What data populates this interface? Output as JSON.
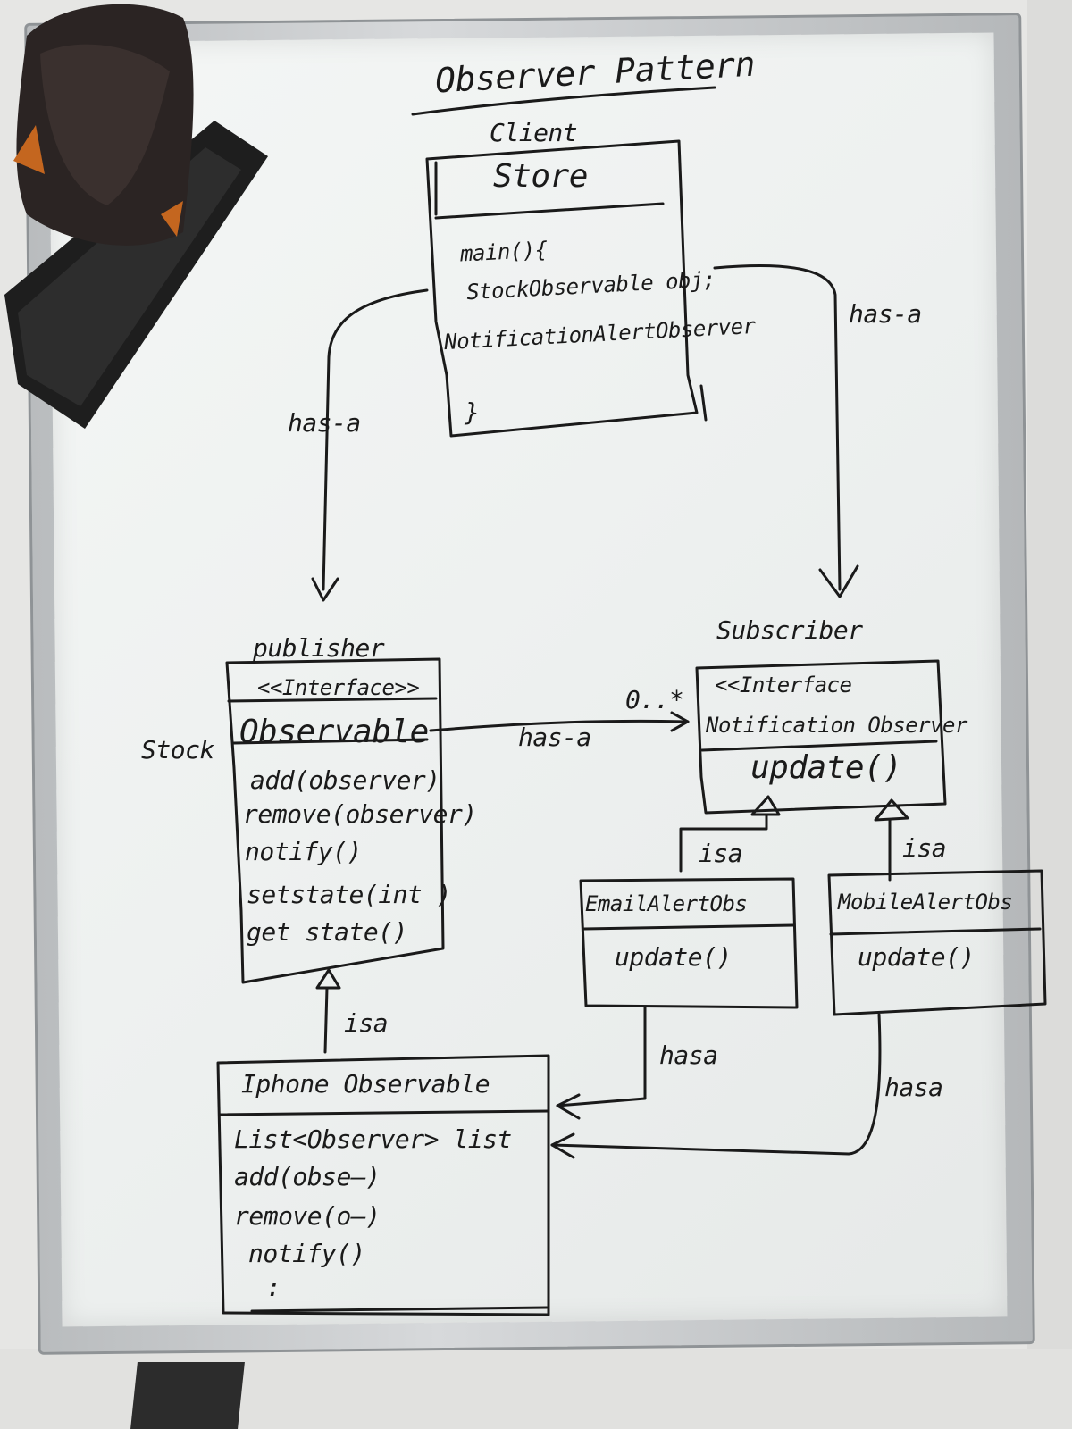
{
  "title": "Observer Pattern",
  "client": {
    "role": "Client",
    "name": "Store",
    "body": [
      "main(){",
      "StockObservable obj;",
      "NotificationAlertObserver",
      "}"
    ]
  },
  "relations": {
    "has_a": "has-a",
    "hasa": "hasa",
    "isa": "isa",
    "multiplicity": "0..*"
  },
  "publisher": {
    "role": "publisher",
    "stereotype": "<<Interface>>",
    "name": "Observable",
    "prefix": "Stock",
    "methods": [
      "add(observer)",
      "remove(observer)",
      "notify()",
      "setstate(int )",
      "get state()"
    ]
  },
  "subscriber": {
    "role": "Subscriber",
    "stereotype": "<<Interface",
    "name": "Notification Observer",
    "methods": [
      "update()"
    ]
  },
  "email_alert": {
    "name": "EmailAlertObs",
    "methods": [
      "update()"
    ]
  },
  "mobile_alert": {
    "name": "MobileAlertObs",
    "methods": [
      "update()"
    ]
  },
  "iphone": {
    "name": "Iphone Observable",
    "members": [
      "List<Observer> list",
      "add(obse—)",
      "remove(o—)",
      "notify()",
      ":"
    ]
  },
  "colors": {
    "ink": "#1a1a1a",
    "board": "#eef1f0",
    "frame": "#c4c7c9"
  }
}
